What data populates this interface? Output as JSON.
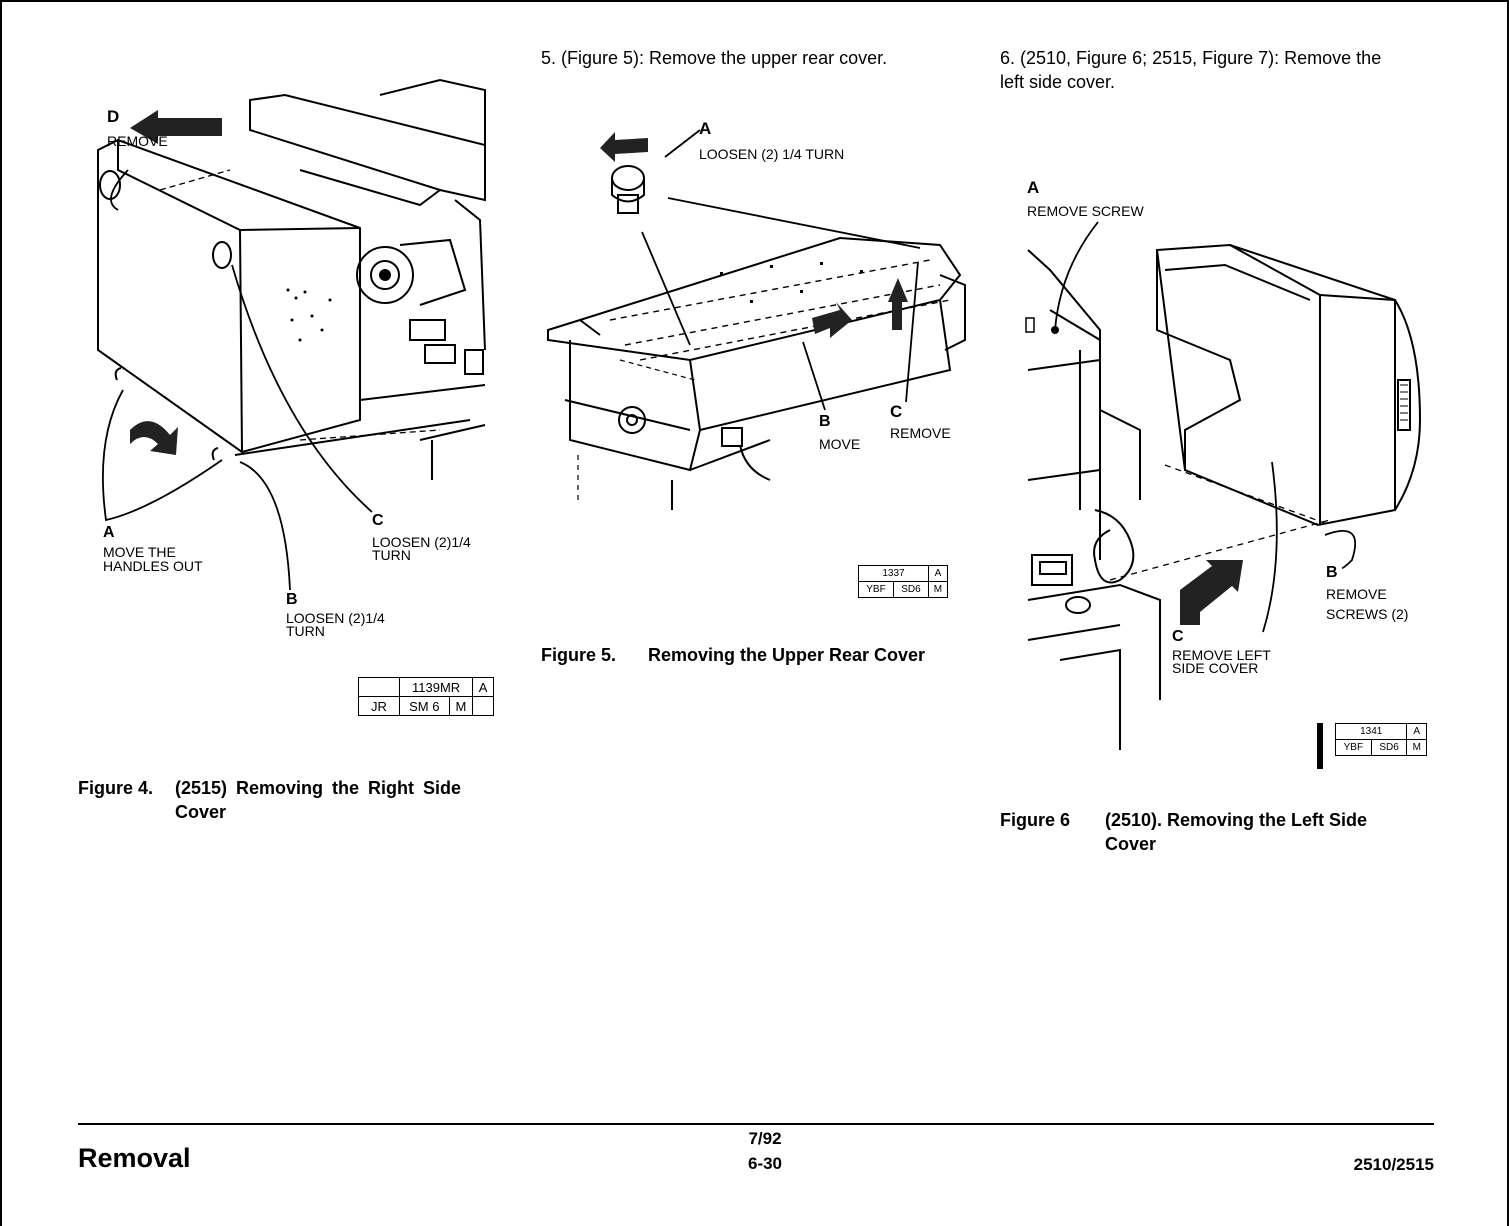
{
  "steps": {
    "step5": "5. (Figure 5): Remove the upper rear cover.",
    "step6_line1": "6. (2510, Figure 6; 2515, Figure 7): Remove the",
    "step6_line2": "left side cover."
  },
  "figure4": {
    "labels": {
      "d_letter": "D",
      "d_text": "REMOVE",
      "a_letter": "A",
      "a_text1": "MOVE THE",
      "a_text2": "HANDLES OUT",
      "c_letter": "C",
      "c_text1": "LOOSEN (2)1/4",
      "c_text2": "TURN",
      "b_letter": "B",
      "b_text1": "LOOSEN (2)1/4",
      "b_text2": "TURN"
    },
    "ref": {
      "r1c2": "1139MR",
      "r1c3": "A",
      "r2c1": "JR",
      "r2c2": "SM 6",
      "r2c3": "M"
    },
    "caption_num": "Figure 4.",
    "caption_line1": "(2515)   Removing   the   Right   Side",
    "caption_line2": "Cover"
  },
  "figure5": {
    "labels": {
      "a_letter": "A",
      "a_text": "LOOSEN (2) 1/4 TURN",
      "b_letter": "B",
      "b_text": "MOVE",
      "c_letter": "C",
      "c_text": "REMOVE"
    },
    "ref": {
      "r1c1": "1337",
      "r1c2": "A",
      "r2c1": "YBF",
      "r2c2": "SD6",
      "r2c3": "M"
    },
    "caption_num": "Figure 5.",
    "caption_text": "Removing the Upper Rear Cover"
  },
  "figure6": {
    "labels": {
      "a_letter": "A",
      "a_text": "REMOVE SCREW",
      "b_letter": "B",
      "b_text1": "REMOVE",
      "b_text2": "SCREWS (2)",
      "c_letter": "C",
      "c_text1": "REMOVE LEFT",
      "c_text2": "SIDE COVER"
    },
    "ref": {
      "r1c1": "1341",
      "r1c2": "A",
      "r2c1": "YBF",
      "r2c2": "SD6",
      "r2c3": "M"
    },
    "caption_num": "Figure 6",
    "caption_line1": "(2510). Removing the Left Side",
    "caption_line2": "Cover"
  },
  "footer": {
    "section": "Removal",
    "date": "7/92",
    "page": "6-30",
    "model": "2510/2515"
  }
}
